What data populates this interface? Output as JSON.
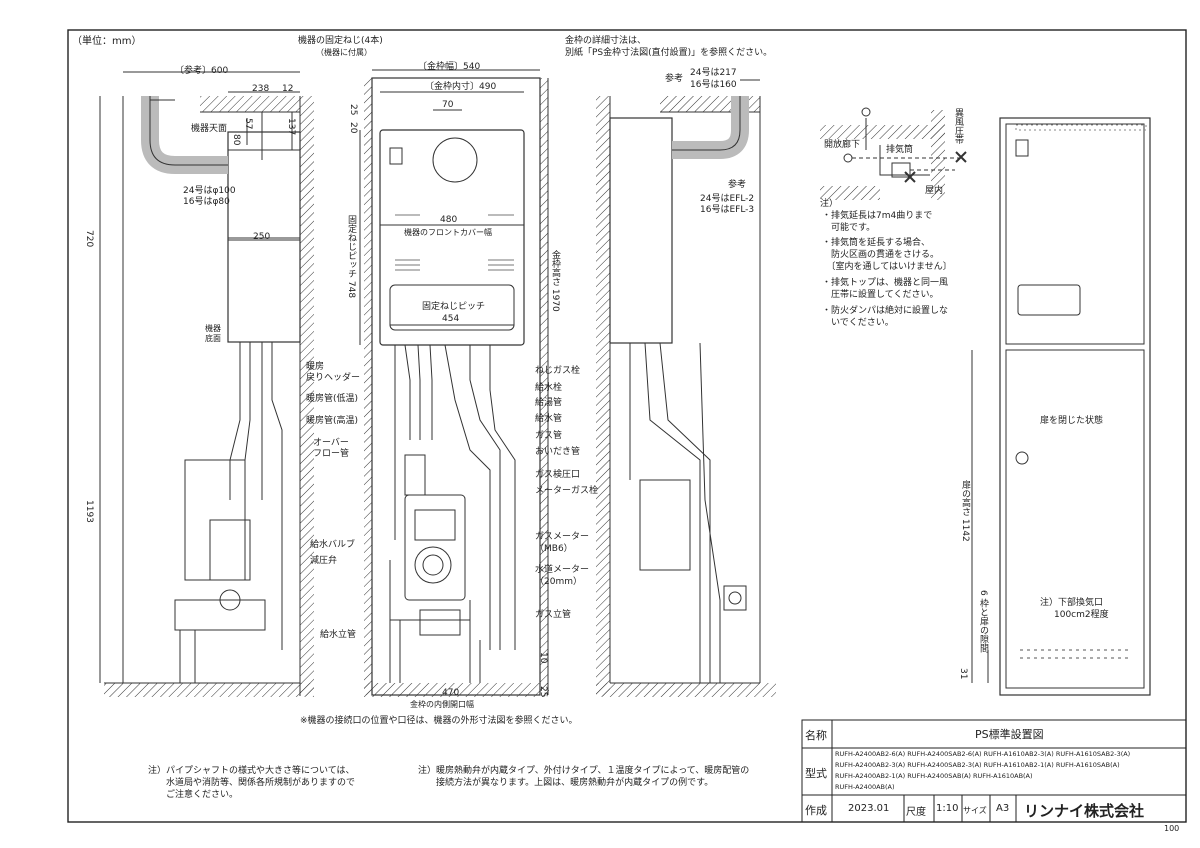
{
  "unit_label": "（単位：mm）",
  "side_view": {
    "ref_width": "〔参考〕600",
    "dim_238": "238",
    "dim_12": "12",
    "ceiling_label": "機器天面",
    "dim_57": "57",
    "dim_80": "80",
    "dim_137": "137",
    "dim_720": "720",
    "pipe_dia_24": "24号はφ100",
    "pipe_dia_16": "16号はφ80",
    "dim_250": "250",
    "bottom_label_1": "機器",
    "bottom_label_2": "底面",
    "dim_1193": "1193"
  },
  "front_view": {
    "screw_label": "機器の固定ねじ(4本)",
    "screw_sub": "（機器に付属）",
    "frame_detail_1": "金枠の詳細寸法は、",
    "frame_detail_2": "別紙「PS金枠寸法図(直付設置)」を参照ください。",
    "frame_width": "〔金枠幅〕540",
    "frame_inner": "〔金枠内寸〕490",
    "dim_70": "70",
    "dim_25": "25",
    "dim_20": "20",
    "dim_480": "480",
    "front_cover": "機器のフロントカバー幅",
    "screw_pitch_v": "固定ねじピッチ 748",
    "frame_height": "金枠高さ 1970",
    "screw_pitch_h": "固定ねじピッチ",
    "dim_454": "454",
    "dim_10": "10",
    "dim_25b": "25",
    "dim_470": "470",
    "inner_opening": "金枠の内側開口幅"
  },
  "callouts_left": [
    {
      "text": "暖房"
    },
    {
      "text": "戻りヘッダー"
    },
    {
      "text": "暖房管(低温)"
    },
    {
      "text": "暖房管(高温)"
    },
    {
      "text": "オーバー"
    },
    {
      "text": "フロー管"
    },
    {
      "text": "給水バルブ"
    },
    {
      "text": "減圧弁"
    },
    {
      "text": "給水立管"
    }
  ],
  "callouts_right": [
    {
      "text": "ねじガス栓"
    },
    {
      "text": "給水栓"
    },
    {
      "text": "給湯管"
    },
    {
      "text": "給水管"
    },
    {
      "text": "ガス管"
    },
    {
      "text": "おいだき管"
    },
    {
      "text": "ガス検圧口"
    },
    {
      "text": "メーターガス栓"
    },
    {
      "text": "ガスメーター"
    },
    {
      "text": "（MB6）"
    },
    {
      "text": "水道メーター"
    },
    {
      "text": "（20mm）"
    },
    {
      "text": "ガス立管"
    }
  ],
  "side_view2": {
    "ref_label": "参考",
    "ref_24": "24号は217",
    "ref_16": "16号は160",
    "ref2": "参考",
    "efl_24": "24号はEFL-2",
    "efl_16": "16号はEFL-3"
  },
  "plan": {
    "corridor": "開放廊下",
    "exhaust": "排気筒",
    "indoor": "屋内",
    "pressure_zone": "異風圧帯"
  },
  "notes": {
    "head": "注）",
    "n1": "・排気延長は7m4曲りまで\n　可能です。",
    "n2": "・排気筒を延長する場合、\n　防火区画の貫通をさける。\n　〔室内を通してはいけません〕",
    "n3": "・排気トップは、機器と同一風\n　圧帯に設置してください。",
    "n4": "・防火ダンパは絶対に設置しな\n　いでください。"
  },
  "door_view": {
    "closed": "扉を閉じた状態",
    "door_height": "扉の高さ 1142",
    "gap": "6 枠と扉の隙間",
    "vent_1": "注）下部換気口",
    "vent_2": "100cm2程度",
    "dim_31": "31"
  },
  "bottom_notes": {
    "connection": "※機器の接続口の位置や口径は、機器の外形寸法図を参照ください。",
    "left": "注）パイプシャフトの様式や大きさ等については、\n　　水道局や消防等、関係各所規制がありますので\n　　ご注意ください。",
    "right": "注）暖房熱動弁が内蔵タイプ、外付けタイプ、１温度タイプによって、暖房配管の\n　　接続方法が異なります。上図は、暖房熱動弁が内蔵タイプの例です。"
  },
  "title_block": {
    "name_label": "名称",
    "name_value": "PS標準設置図",
    "model_label": "型式",
    "models_row1": "RUFH-A2400AB2-6(A)  RUFH-A2400SAB2-6(A)  RUFH-A1610AB2-3(A)  RUFH-A1610SAB2-3(A)",
    "models_row2": "RUFH-A2400AB2-3(A)  RUFH-A2400SAB2-3(A)  RUFH-A1610AB2-1(A)  RUFH-A1610SAB(A)",
    "models_row3": "RUFH-A2400AB2-1(A)  RUFH-A2400SAB(A)    RUFH-A1610AB(A)",
    "models_row4": "RUFH-A2400AB(A)",
    "created_label": "作成",
    "created_value": "2023.01",
    "scale_label": "尺度",
    "scale_value": "1:10",
    "size_label": "サイズ",
    "size_value": "A3",
    "company": "リンナイ株式会社",
    "page_no": "100"
  }
}
